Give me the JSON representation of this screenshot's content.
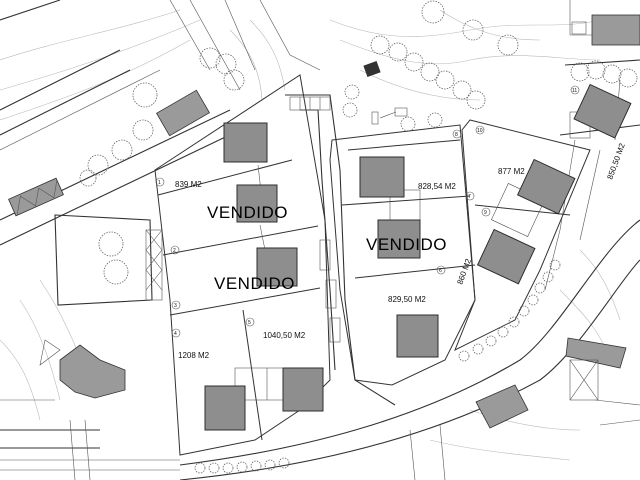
{
  "plan": {
    "lots": [
      {
        "id": "1",
        "area": "839 M2",
        "status": ""
      },
      {
        "id": "2",
        "area": "",
        "status": "VENDIDO"
      },
      {
        "id": "3",
        "area": "",
        "status": "VENDIDO"
      },
      {
        "id": "4",
        "area": "1208 M2",
        "status": ""
      },
      {
        "id": "5",
        "area": "1040,50 M2",
        "status": ""
      },
      {
        "id": "6",
        "area": "829,50 M2",
        "status": ""
      },
      {
        "id": "7",
        "area": "",
        "status": "VENDIDO"
      },
      {
        "id": "8",
        "area": "828,54 M2",
        "status": ""
      },
      {
        "id": "9",
        "area": "860 M2",
        "status": ""
      },
      {
        "id": "10",
        "area": "877 M2",
        "status": ""
      },
      {
        "id": "11",
        "area": "850,50 M2",
        "status": ""
      }
    ]
  },
  "colors": {
    "house": "#8e8e8e",
    "lines": "#333333",
    "contours": "#b9b9b9",
    "background": "#ffffff"
  },
  "icons": [
    "tree-icon",
    "house-footprint"
  ]
}
